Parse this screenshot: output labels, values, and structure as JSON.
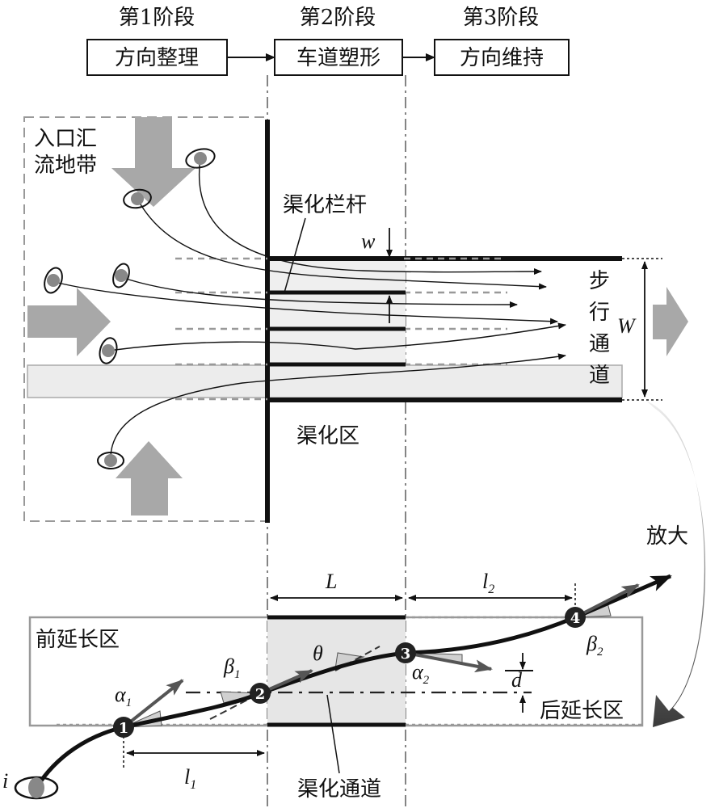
{
  "stages": [
    {
      "title": "第1阶段",
      "box": "方向整理"
    },
    {
      "title": "第2阶段",
      "box": "车道塑形"
    },
    {
      "title": "第3阶段",
      "box": "方向维持"
    }
  ],
  "labels": {
    "merge_zone_line1": "入口汇",
    "merge_zone_line2": "流地带",
    "channel_rail": "渠化栏杆",
    "rail_gap": "w",
    "walkway_1": "步",
    "walkway_2": "行",
    "walkway_3": "通",
    "walkway_4": "道",
    "walkway_width": "W",
    "channel_zone": "渠化区",
    "zoom": "放大",
    "front_ext_zone": "前延长区",
    "rear_ext_zone": "后延长区",
    "channel_passage": "渠化通道",
    "length_L": "L",
    "length_l1": "l",
    "length_l1_sub": "1",
    "length_l2": "l",
    "length_l2_sub": "2",
    "alpha1": "α",
    "alpha1_sub": "1",
    "alpha2": "α",
    "alpha2_sub": "2",
    "beta1": "β",
    "beta1_sub": "1",
    "beta2": "β",
    "beta2_sub": "2",
    "theta": "θ",
    "d": "d",
    "i": "i",
    "point1": "1",
    "point2": "2",
    "point3": "3",
    "point4": "4"
  },
  "colors": {
    "arrow_gray": "#a6a6a6",
    "light_band": "#ececec",
    "dashed_gray": "#999999",
    "line": "#111111"
  }
}
